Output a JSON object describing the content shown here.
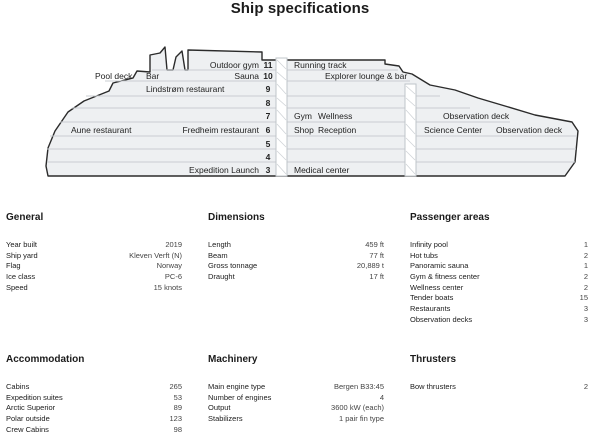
{
  "page_title": "Ship specifications",
  "colors": {
    "hull_fill": "#eef0f2",
    "stroke": "#2b2b2b",
    "line": "#c9cdd1"
  },
  "ship": {
    "decks": [
      {
        "number": "11",
        "left": [
          "Outdoor gym"
        ],
        "right": [
          "Running track"
        ]
      },
      {
        "number": "10",
        "left": [
          "Pool deck",
          "Bar",
          "Sauna"
        ],
        "right": [
          "Explorer lounge & bar"
        ]
      },
      {
        "number": "9",
        "left": [
          "Lindstrøm restaurant"
        ],
        "right": []
      },
      {
        "number": "8",
        "left": [],
        "right": []
      },
      {
        "number": "7",
        "left": [],
        "right": [
          "Gym",
          "Wellness",
          "Observation deck"
        ]
      },
      {
        "number": "6",
        "left": [
          "Aune restaurant",
          "Fredheim restaurant"
        ],
        "right": [
          "Shop",
          "Reception",
          "Science Center",
          "Observation deck"
        ]
      },
      {
        "number": "5",
        "left": [],
        "right": []
      },
      {
        "number": "4",
        "left": [],
        "right": []
      },
      {
        "number": "3",
        "left": [
          "Expedition Launch"
        ],
        "right": [
          "Medical center"
        ]
      }
    ]
  },
  "specs": {
    "general": {
      "title": "General",
      "rows": [
        {
          "label": "Year built",
          "value": "2019"
        },
        {
          "label": "Ship yard",
          "value": "Kleven Verft (N)"
        },
        {
          "label": "Flag",
          "value": "Norway"
        },
        {
          "label": "Ice class",
          "value": "PC-6"
        },
        {
          "label": "Speed",
          "value": "15 knots"
        }
      ]
    },
    "dimensions": {
      "title": "Dimensions",
      "rows": [
        {
          "label": "Length",
          "value": "459 ft"
        },
        {
          "label": "Beam",
          "value": "77 ft"
        },
        {
          "label": "Gross tonnage",
          "value": "20,889 t"
        },
        {
          "label": "Draught",
          "value": "17 ft"
        }
      ]
    },
    "passenger_areas": {
      "title": "Passenger areas",
      "rows": [
        {
          "label": "Infinity pool",
          "value": "1"
        },
        {
          "label": "Hot tubs",
          "value": "2"
        },
        {
          "label": "Panoramic sauna",
          "value": "1"
        },
        {
          "label": "Gym & fitness center",
          "value": "2"
        },
        {
          "label": "Wellness center",
          "value": "2"
        },
        {
          "label": "Tender boats",
          "value": "15"
        },
        {
          "label": "Restaurants",
          "value": "3"
        },
        {
          "label": "Observation decks",
          "value": "3"
        }
      ]
    },
    "accommodation": {
      "title": "Accommodation",
      "rows": [
        {
          "label": "Cabins",
          "value": "265"
        },
        {
          "label": "Expedition suites",
          "value": "53"
        },
        {
          "label": "Arctic Superior",
          "value": "89"
        },
        {
          "label": "Polar outside",
          "value": "123"
        },
        {
          "label": "Crew Cabins",
          "value": "98"
        }
      ]
    },
    "machinery": {
      "title": "Machinery",
      "rows": [
        {
          "label": "Main engine type",
          "value": "Bergen B33:45"
        },
        {
          "label": "Number of engines",
          "value": "4"
        },
        {
          "label": "Output",
          "value": "3600 kW (each)"
        },
        {
          "label": "Stabilizers",
          "value": "1 pair fin type"
        }
      ]
    },
    "thrusters": {
      "title": "Thrusters",
      "rows": [
        {
          "label": "Bow thrusters",
          "value": "2"
        }
      ]
    }
  }
}
